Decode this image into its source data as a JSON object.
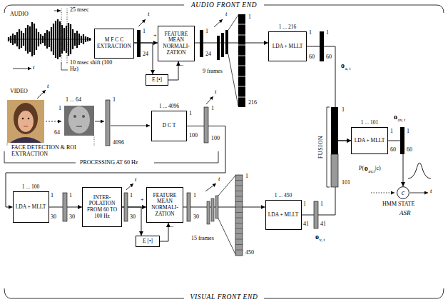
{
  "diagram": {
    "nodes": [
      {
        "text": [
          "M F C C EXTRACTION"
        ]
      },
      {
        "text": [
          "FEATURE MEAN NORMALI- ZATION"
        ]
      },
      {
        "text": [
          "E [•]"
        ]
      },
      {
        "text": [
          "1 ... 216",
          "LDA + MLLT"
        ]
      },
      {
        "text": [
          "1 ... 4096",
          "D C T"
        ]
      },
      {
        "text": [
          "1 ... 101",
          "LDA + MLLT"
        ]
      },
      {
        "text": [
          "1 ... 100",
          "LDA + MLLT"
        ]
      },
      {
        "text": [
          "INTER- POLATION FROM 60 TO 100 Hz"
        ]
      },
      {
        "text": [
          "FEATURE MEAN NORMALI- ZATION"
        ]
      },
      {
        "text": [
          "E [•]"
        ]
      },
      {
        "text": [
          "1 ... 450",
          "LDA + MLLT"
        ]
      },
      {
        "text": [
          "c"
        ]
      }
    ],
    "edges": [
      {
        "from": 0,
        "to": 1,
        "arrow": "to"
      },
      {
        "from": 0,
        "to": 2,
        "arrow": "to"
      },
      {
        "from": 2,
        "to": 1,
        "arrow": "to"
      },
      {
        "from": 1,
        "to": 3,
        "arrow": "to"
      },
      {
        "from": 3,
        "to": 5,
        "arrow": "to"
      },
      {
        "from": 4,
        "to": 6,
        "arrow": "to"
      },
      {
        "from": 6,
        "to": 7,
        "arrow": "to"
      },
      {
        "from": 7,
        "to": 8,
        "arrow": "to"
      },
      {
        "from": 7,
        "to": 9,
        "arrow": "to"
      },
      {
        "from": 9,
        "to": 8,
        "arrow": "to"
      },
      {
        "from": 8,
        "to": 10,
        "arrow": "to"
      },
      {
        "from": 10,
        "to": 5,
        "arrow": "to"
      },
      {
        "from": 5,
        "to": 11,
        "arrow": "to"
      }
    ],
    "labels": [
      "AUDIO FRONT END",
      "AUDIO",
      "25 msec",
      "t",
      "10 msec shift (100 Hz)",
      "t",
      "1",
      "24",
      "+",
      "−",
      "t",
      "1",
      "24",
      "9 frames",
      "1",
      "216",
      "1",
      "60",
      "1",
      "60",
      "o",
      "a, t",
      "VIDEO",
      "t",
      "1 ... 64",
      "1",
      "64",
      "1",
      "4096",
      "FACE DETECTION & ROI EXTRACTION",
      "PROCESSING AT 60 Hz",
      "1",
      "100",
      "t",
      "1",
      "100",
      "1",
      "30",
      "1",
      "30",
      "t",
      "1",
      "30",
      "+",
      "−",
      "t",
      "1",
      "30",
      "15 frames",
      "1",
      "450",
      "1",
      "41",
      "1",
      "41",
      "o",
      "v, t",
      "FUSION",
      "1",
      "101",
      "1",
      "60",
      "1",
      "60",
      "o",
      "av, t",
      "P(",
      "o",
      "av,t",
      "|c)",
      "t",
      "HMM STATE",
      "ASR",
      "VISUAL FRONT END"
    ]
  }
}
